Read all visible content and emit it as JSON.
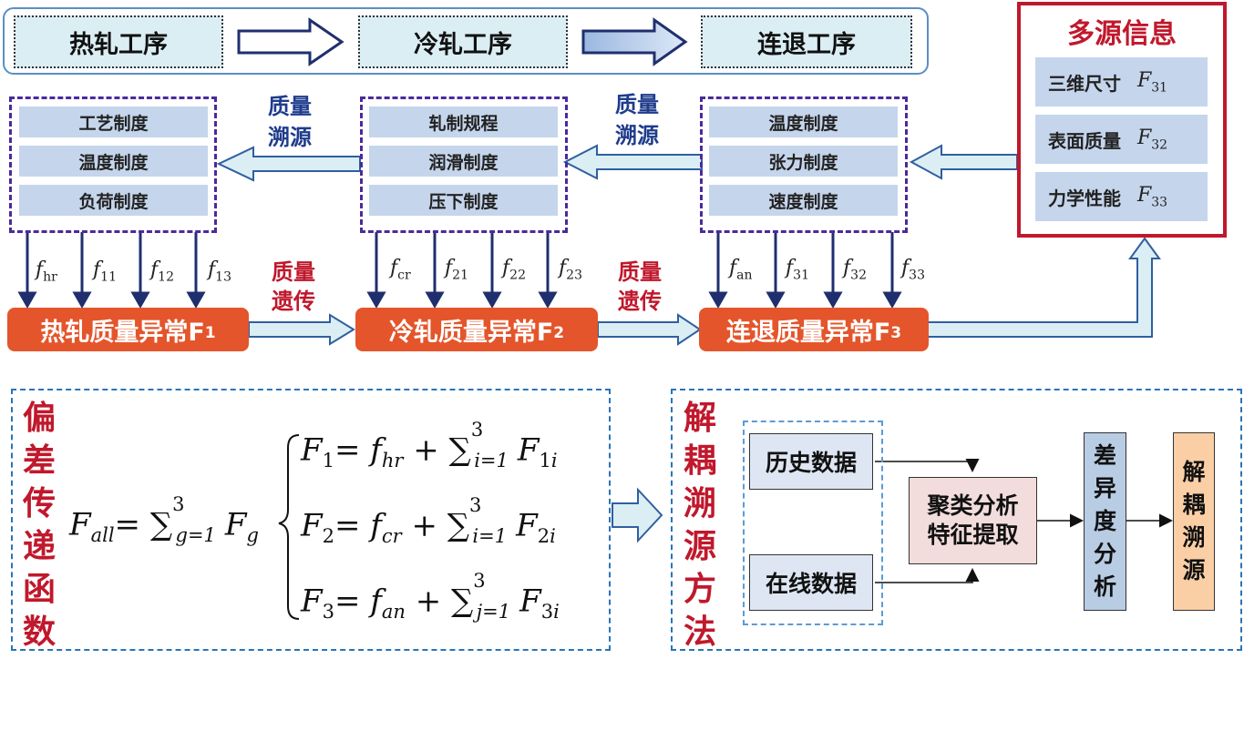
{
  "processes": [
    "热轧工序",
    "冷轧工序",
    "连退工序"
  ],
  "process_params": [
    [
      "工艺制度",
      "温度制度",
      "负荷制度"
    ],
    [
      "轧制规程",
      "润滑制度",
      "压下制度"
    ],
    [
      "温度制度",
      "张力制度",
      "速度制度"
    ]
  ],
  "trace_label": [
    "质量",
    "溯源"
  ],
  "inherit_label": [
    "质量",
    "遗传"
  ],
  "factors": [
    [
      {
        "b": "f",
        "s": "hr"
      },
      {
        "b": "f",
        "s": "11"
      },
      {
        "b": "f",
        "s": "12"
      },
      {
        "b": "f",
        "s": "13"
      }
    ],
    [
      {
        "b": "f",
        "s": "cr"
      },
      {
        "b": "f",
        "s": "21"
      },
      {
        "b": "f",
        "s": "22"
      },
      {
        "b": "f",
        "s": "23"
      }
    ],
    [
      {
        "b": "f",
        "s": "an"
      },
      {
        "b": "f",
        "s": "31"
      },
      {
        "b": "f",
        "s": "32"
      },
      {
        "b": "f",
        "s": "33"
      }
    ]
  ],
  "anomalies": [
    {
      "text": "热轧质量异常F",
      "sub": "1"
    },
    {
      "text": "冷轧质量异常F",
      "sub": "2"
    },
    {
      "text": "连退质量异常F",
      "sub": "3"
    }
  ],
  "multisource": {
    "title": "多源信息",
    "items": [
      {
        "label": "三维尺寸",
        "sym": "F",
        "sub": "31"
      },
      {
        "label": "表面质量",
        "sym": "F",
        "sub": "32"
      },
      {
        "label": "力学性能",
        "sym": "F",
        "sub": "33"
      }
    ]
  },
  "deviation_title": [
    "偏",
    "差",
    "传",
    "递",
    "函",
    "数"
  ],
  "method_title": [
    "解",
    "耦",
    "溯",
    "源",
    "方",
    "法"
  ],
  "method": {
    "history": "历史数据",
    "online": "在线数据",
    "cluster": [
      "聚类分析",
      "特征提取"
    ],
    "diff": [
      "差",
      "异",
      "度",
      "分",
      "析"
    ],
    "decouple": [
      "解",
      "耦",
      "溯",
      "源"
    ]
  },
  "colors": {
    "red": "#c0182c",
    "orange": "#e4552b",
    "navy": "#1f3c8c",
    "purple": "#4b2a9a",
    "param_blue": "#c5d5ec",
    "light_cyan": "#dbeef4",
    "dash_blue": "#2a74b8"
  }
}
